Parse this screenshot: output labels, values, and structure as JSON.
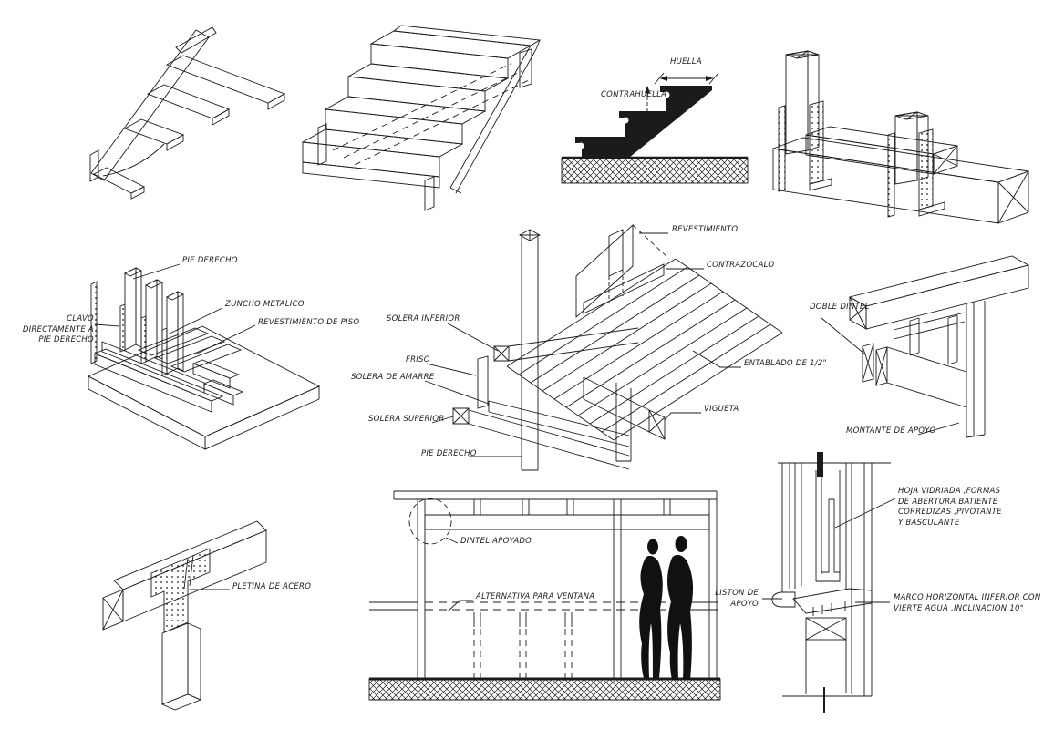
{
  "sheet": {
    "background": "#ffffff",
    "line_color": "#1b1b1b"
  },
  "labels": {
    "huella": "HUELLA",
    "contrahuella": "CONTRAHUELLA",
    "pie_derecho_left": "PIE DERECHO",
    "zuncho_metalico": "ZUNCHO METALICO",
    "revestimiento_de_piso": "REVESTIMIENTO DE PISO",
    "clavo_directamente": "CLAVO DIRECTAMENTE A\nPIE DERECHO",
    "revestimiento": "REVESTIMIENTO",
    "contrazocalo": "CONTRAZOCALO",
    "solera_inferior": "SOLERA INFERIOR",
    "friso": "FRISO",
    "solera_de_amarre": "SOLERA DE AMARRE",
    "solera_superior": "SOLERA SUPERIOR",
    "pie_derecho_center": "PIE DERECHO",
    "entablado": "ENTABLADO DE 1/2\"",
    "vigueta": "VIGUETA",
    "doble_dintel": "DOBLE DINTEL",
    "montante_de_apoyo": "MONTANTE DE APOYO",
    "pletina_de_acero": "PLETINA DE ACERO",
    "dintel_apoyado": "DINTEL APOYADO",
    "alternativa_ventana": "ALTERNATIVA PARA VENTANA",
    "hoja_vidriada": "HOJA VIDRIADA ,FORMAS\nDE ABERTURA BATIENTE\nCORREDIZAS ,PIVOTANTE\nY BASCULANTE",
    "liston_de_apoyo": "LISTON DE\nAPOYO",
    "marco_horizontal": "MARCO HORIZONTAL INFERIOR CON\nVIERTE AGUA ,INCLINACION 10°"
  }
}
